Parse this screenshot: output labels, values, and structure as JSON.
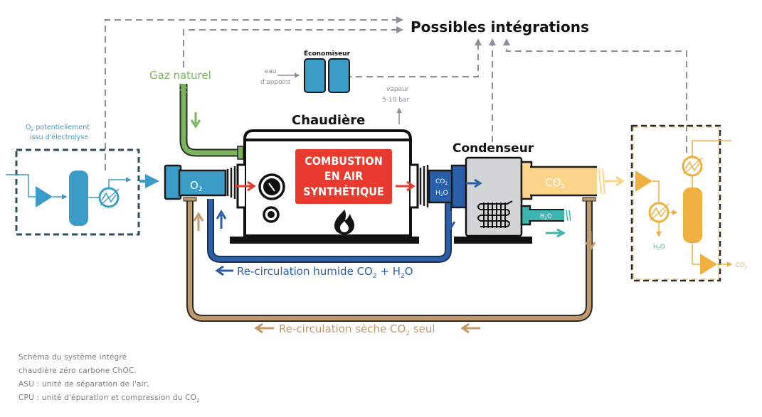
{
  "title": "Possibles intégrations",
  "natural_gas_label": "Gaz naturel",
  "economizer": {
    "label": "Économiseur",
    "water_in_line1": "eau",
    "water_in_line2": "d'appoint"
  },
  "steam": {
    "line1": "vapeur",
    "line2": "5-10 bar"
  },
  "boiler": {
    "label": "Chaudière",
    "banner_line1": "COMBUSTION",
    "banner_line2": "EN AIR",
    "banner_line3": "SYNTHÉTIQUE"
  },
  "condenser_label": "Condenseur",
  "asu": {
    "label_line1_sym": "O",
    "label_line1_sub": "2",
    "label_line1_rest": " potentiellement",
    "label_line2": "issu d'électrolyse"
  },
  "streams": {
    "o2": {
      "sym": "O",
      "sub": "2"
    },
    "flue_co2": {
      "sym": "CO",
      "sub": "2"
    },
    "flue_h2o": {
      "sym": "H",
      "sub": "2",
      "rest": "O"
    },
    "co2_out": {
      "sym": "CO",
      "sub": "2"
    },
    "h2o_out": {
      "sym": "H",
      "sub": "2",
      "rest": "O"
    },
    "cpu_h2o": {
      "sym": "H",
      "sub": "2",
      "rest": "O"
    },
    "cpu_co2": {
      "sym": "CO",
      "sub": "2"
    }
  },
  "recirc_wet": {
    "text": "Re-circulation humide CO",
    "sub1": "2",
    "mid": " + H",
    "sub2": "2",
    "end": "O"
  },
  "recirc_dry": {
    "text": "Re-circulation sèche CO",
    "sub": "2",
    "end": " seul"
  },
  "caption": {
    "line1": "Schéma du système intégré",
    "line2": "chaudière zéro carbone ChOC.",
    "line3": "ASU : unité de séparation de l'air,",
    "line4": "CPU : unité d'épuration et compression du CO",
    "line4_sub": "2"
  },
  "colors": {
    "o2_blue": "#3a9cc7",
    "recirc_wet_blue": "#2b5ea8",
    "recirc_dry_brown": "#c19a6b",
    "gas_green": "#7ab55c",
    "combustion_red": "#e83a2e",
    "co2_yellow": "#fbd48b",
    "cpu_orange": "#f0b040",
    "h2o_teal": "#3db4b0",
    "dash_grey": "#8e8e9a"
  }
}
